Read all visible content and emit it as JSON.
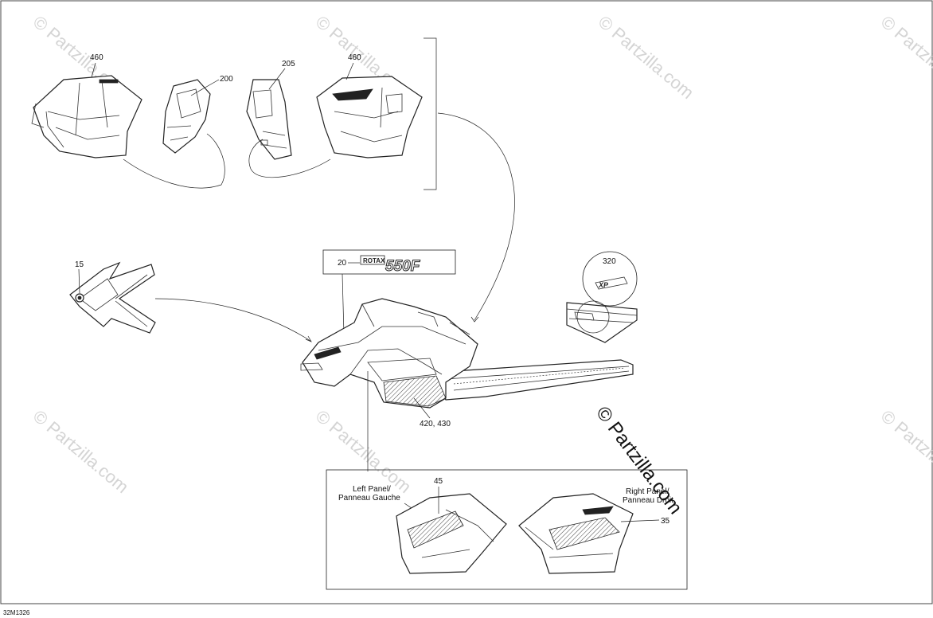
{
  "watermarks": [
    "© Partzilla.com",
    "© Partzilla.com",
    "© Partzilla.com",
    "© Partzilla.com",
    "© Partzilla.com",
    "© Partzilla.com",
    "© Partzilla.com"
  ],
  "watermark_main": "© Partzilla.com",
  "callouts": {
    "c460_left": "460",
    "c200": "200",
    "c205": "205",
    "c460_right": "460",
    "c15": "15",
    "c20": "20",
    "c320": "320",
    "c420_430": "420, 430",
    "c45": "45",
    "c35": "35"
  },
  "decal_text": {
    "rotax": "ROTAX",
    "model": "550F",
    "xp": "XP"
  },
  "panel_labels": {
    "left_line1": "Left Panel/",
    "left_line2": "Panneau Gauche",
    "right_line1": "Right Panel/",
    "right_line2": "Panneau Droit"
  },
  "drawing_code": "32M1326"
}
